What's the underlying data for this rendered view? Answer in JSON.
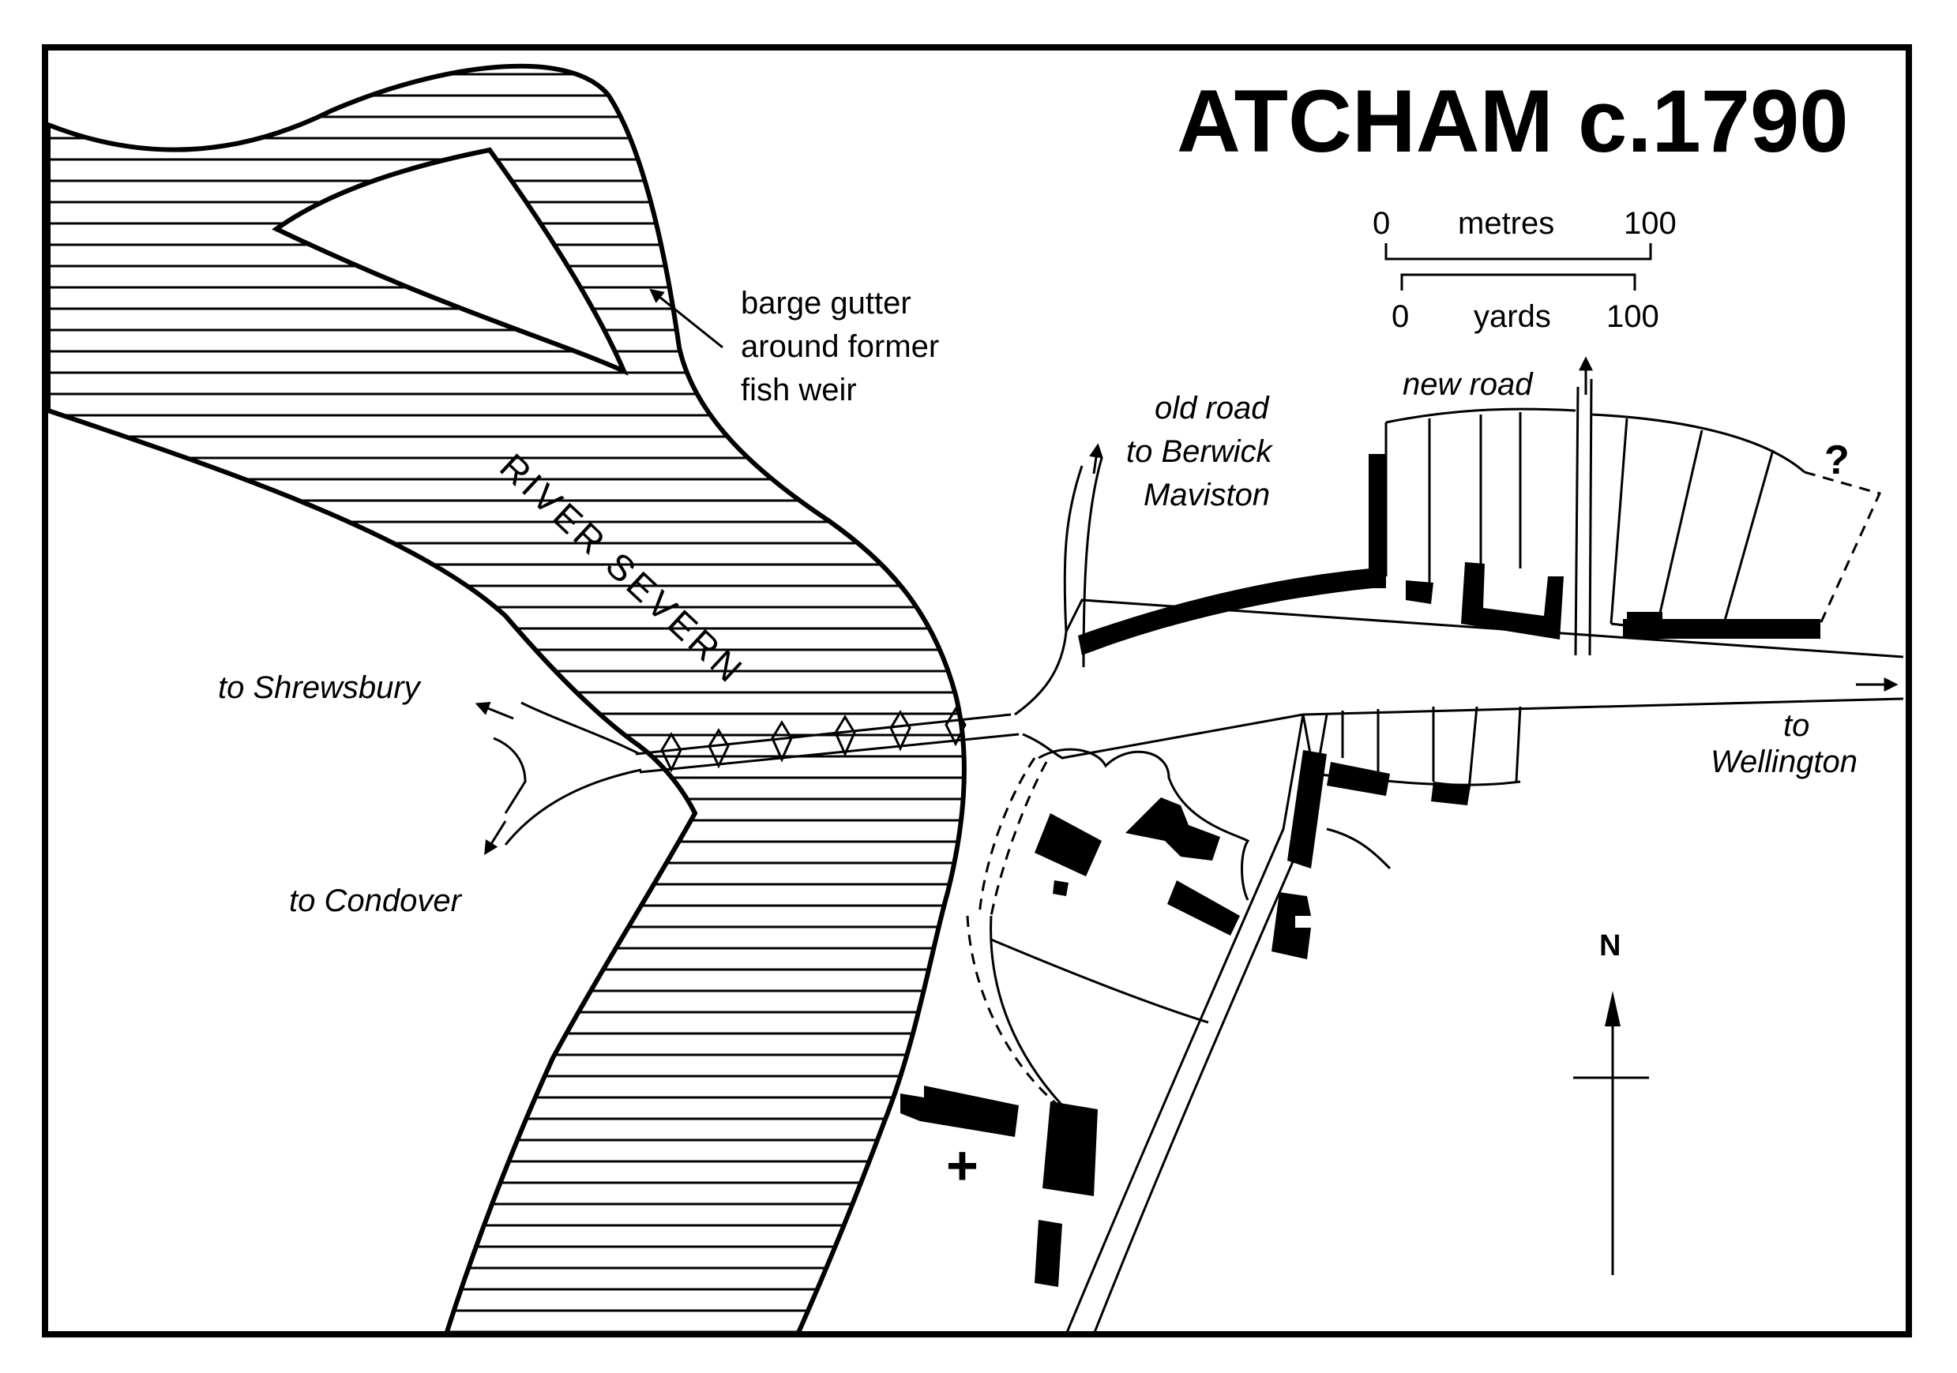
{
  "title": "ATCHAM c.1790",
  "scale": {
    "metres_start": "0",
    "metres_label": "metres",
    "metres_end": "100",
    "yards_start": "0",
    "yards_label": "yards",
    "yards_end": "100"
  },
  "river": {
    "label": "RIVER SEVERN"
  },
  "annotations": {
    "barge_line1": "barge gutter",
    "barge_line2": "around former",
    "barge_line3": "fish weir",
    "old_road_line1": "old road",
    "old_road_line2": "to  Berwick",
    "old_road_line3": "Maviston",
    "new_road": "new road",
    "shrewsbury": "to Shrewsbury",
    "condover": "to Condover",
    "wellington_line1": "to",
    "wellington_line2": "Wellington",
    "unknown_mark": "?",
    "church_symbol": "+"
  },
  "north": {
    "label": "N"
  },
  "colors": {
    "ink": "#000000",
    "paper": "#ffffff"
  }
}
